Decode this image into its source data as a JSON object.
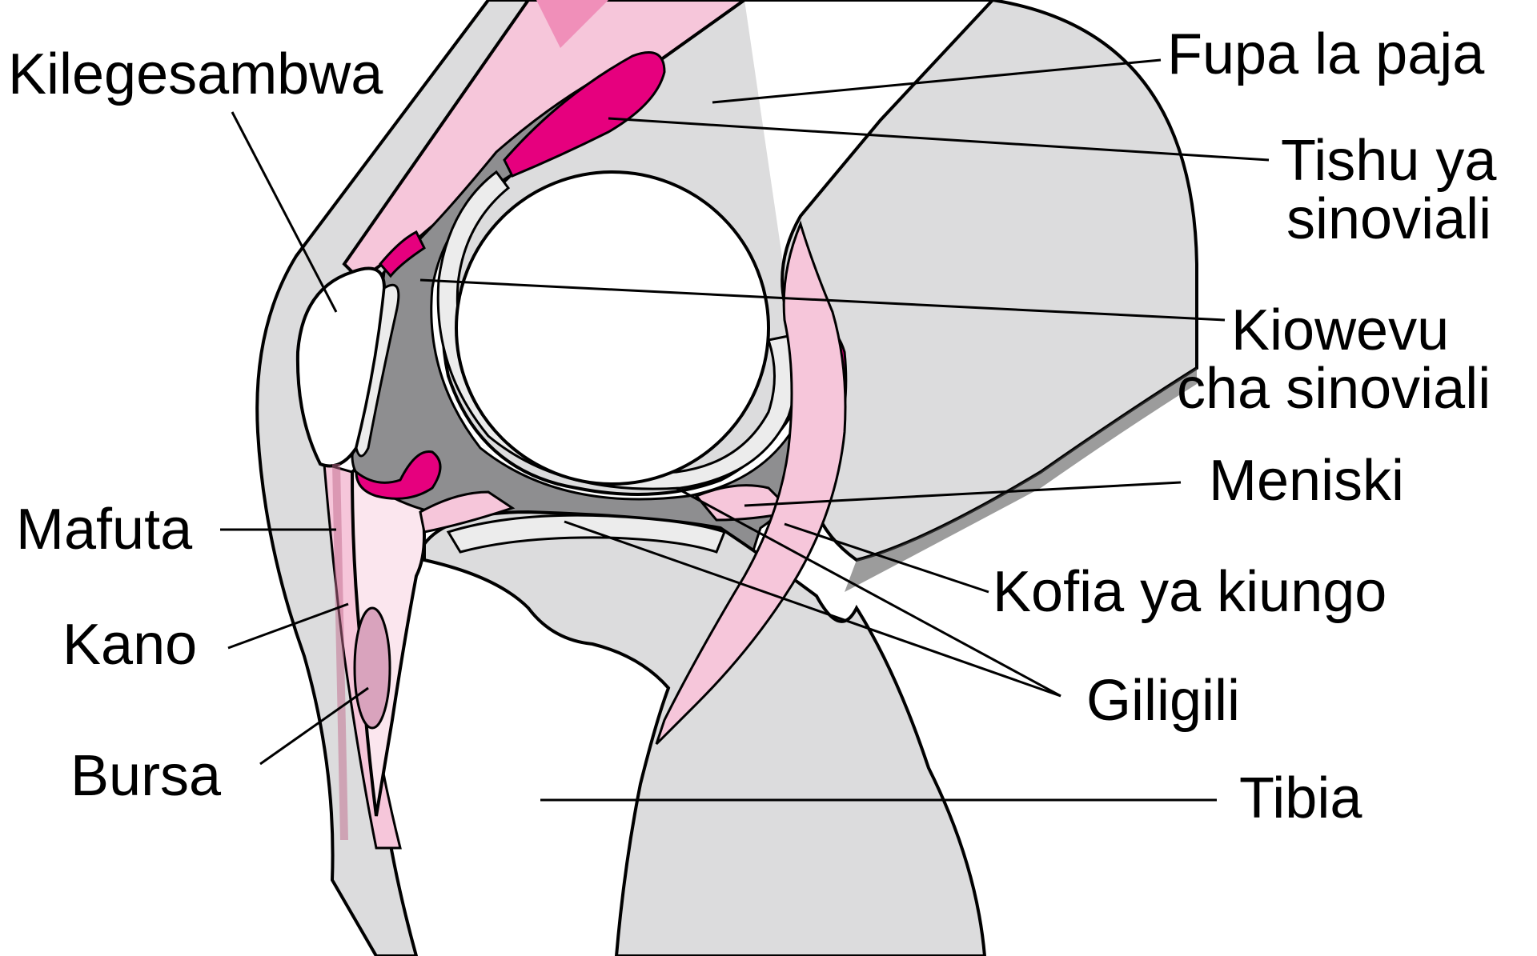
{
  "colors": {
    "bone": "#dcdcdd",
    "fluid": "#8e8e90",
    "cartilage": "#ececec",
    "synovium": "#e6007e",
    "soft_tissue_pink": "#f6c6da",
    "light_pink": "#fbe6ee",
    "bursa": "#d9a3bd",
    "skin": "#dcdcdd"
  },
  "labels": {
    "kilegesambwa": "Kilegesambwa",
    "fupa_la_paja": "Fupa la paja",
    "tishu_line1": "Tishu ya",
    "tishu_line2": "sinoviali",
    "kiowevu_line1": "Kiowevu",
    "kiowevu_line2": "cha sinoviali",
    "meniski": "Meniski",
    "kofia": "Kofia ya kiungo",
    "giligili": "Giligili",
    "tibia": "Tibia",
    "mafuta": "Mafuta",
    "kano": "Kano",
    "bursa": "Bursa"
  }
}
